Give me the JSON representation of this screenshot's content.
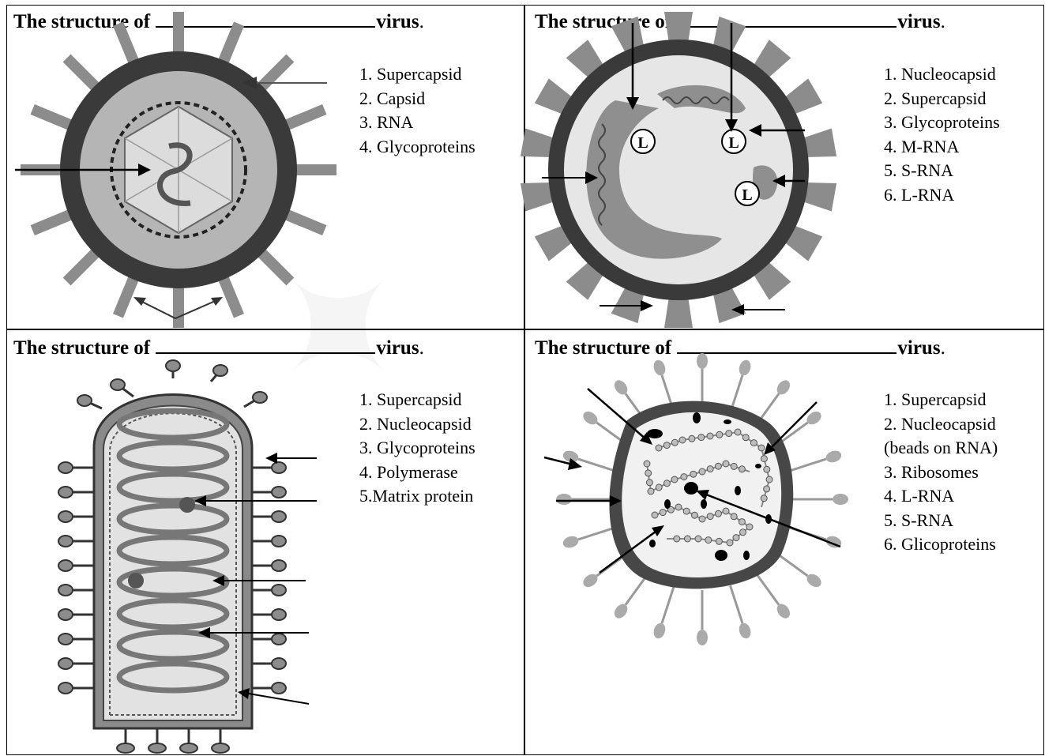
{
  "panels": [
    {
      "heading_prefix": "The structure of",
      "heading_suffix": "virus",
      "heading_period": ".",
      "items": [
        "1. Supercapsid",
        "2. Capsid",
        "3. RNA",
        "4. Glycoproteins"
      ]
    },
    {
      "heading_prefix": "The structure of",
      "heading_suffix": "virus",
      "heading_period": ".",
      "items": [
        "1. Nucleocapsid",
        "2. Supercapsid",
        "3. Glycoproteins",
        "4. M-RNA",
        "5. S-RNA",
        "6. L-RNA"
      ],
      "segment_marker": "L"
    },
    {
      "heading_prefix": "The structure of",
      "heading_suffix": "virus",
      "heading_period": ".",
      "items": [
        "1. Supercapsid",
        "2. Nucleocapsid",
        "3. Glycoproteins",
        "4. Polymerase",
        "5.Matrix protein"
      ]
    },
    {
      "heading_prefix": "The structure of",
      "heading_suffix": "virus",
      "heading_period": ".",
      "items": [
        "1. Supercapsid",
        "2. Nucleocapsid",
        "(beads on RNA)",
        "3. Ribosomes",
        "4. L-RNA",
        "5. S-RNA",
        "6. Glicoproteins"
      ]
    }
  ],
  "colors": {
    "envelope_dark": "#3a3a3a",
    "spike_gray": "#8c8c8c",
    "inner_light": "#d6d6d6",
    "core_pale": "#eeeeee",
    "rna_mid": "#777777"
  }
}
